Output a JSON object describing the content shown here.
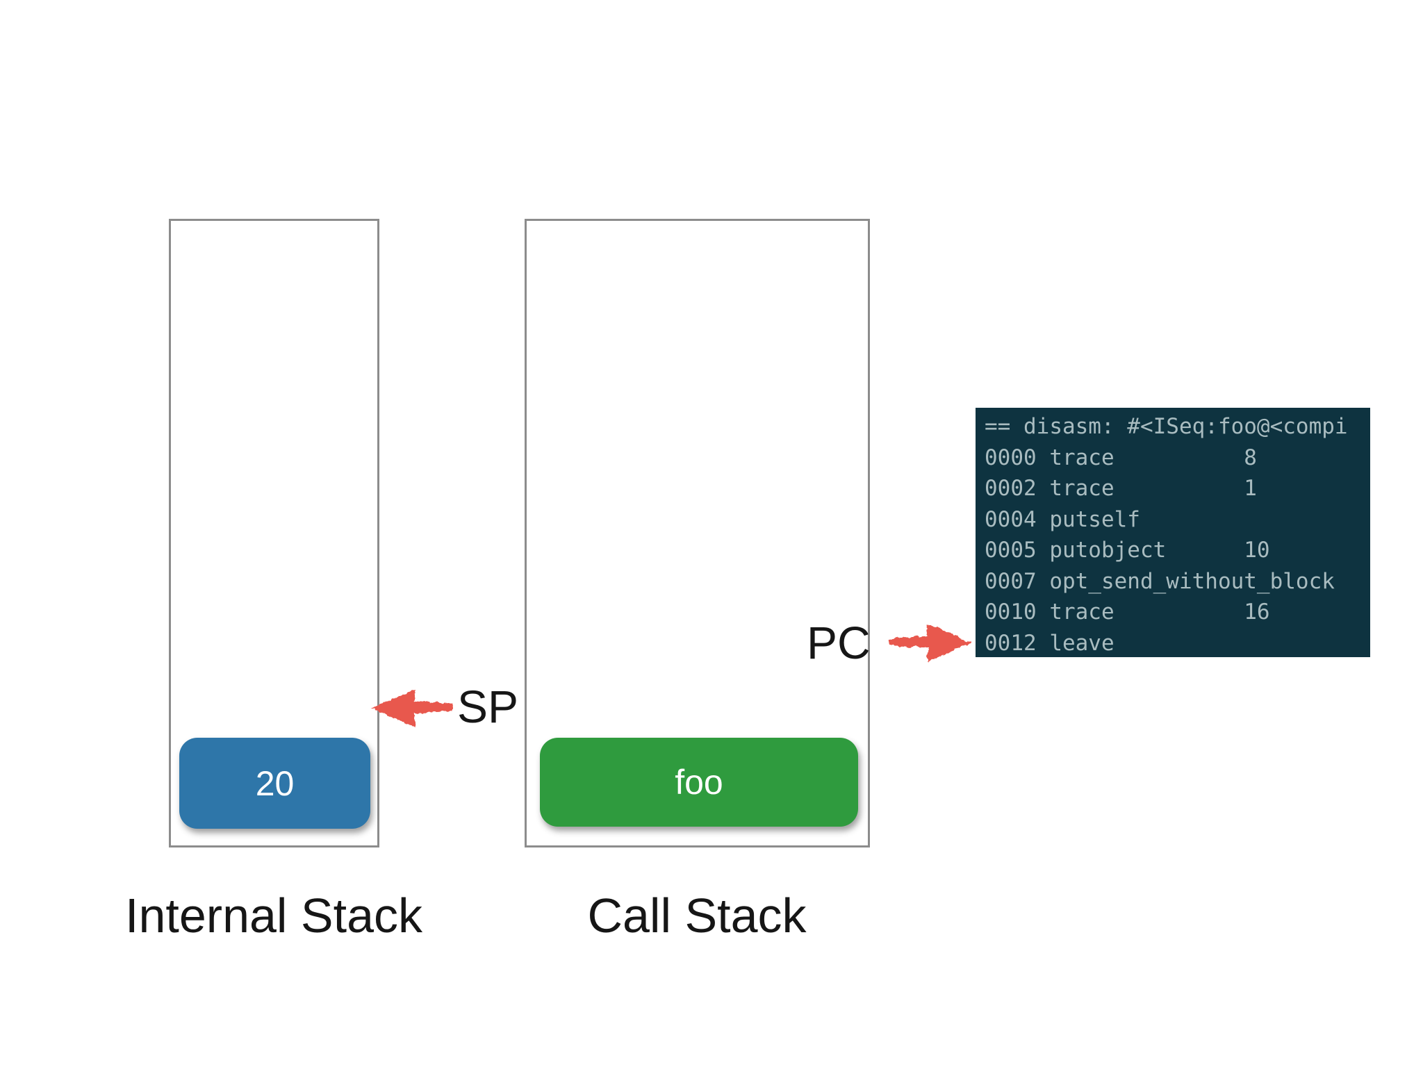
{
  "internal_stack": {
    "label": "Internal Stack",
    "items": [
      {
        "value": "20"
      }
    ]
  },
  "call_stack": {
    "label": "Call Stack",
    "items": [
      {
        "value": "foo"
      }
    ]
  },
  "pointers": {
    "sp": {
      "label": "SP"
    },
    "pc": {
      "label": "PC"
    }
  },
  "terminal": {
    "lines": [
      "== disasm: #<ISeq:foo@<compi",
      "0000 trace          8",
      "0002 trace          1",
      "0004 putself",
      "0005 putobject      10",
      "0007 opt_send_without_block",
      "0010 trace          16",
      "0012 leave"
    ]
  },
  "colors": {
    "stack_item_blue": "#2e76a9",
    "stack_item_green": "#2f9b3e",
    "arrow_red": "#e8584e",
    "box_border": "#8c8c8c",
    "terminal_bg": "#0e3340",
    "terminal_text": "#a9bcc0",
    "label_text": "#161616"
  }
}
